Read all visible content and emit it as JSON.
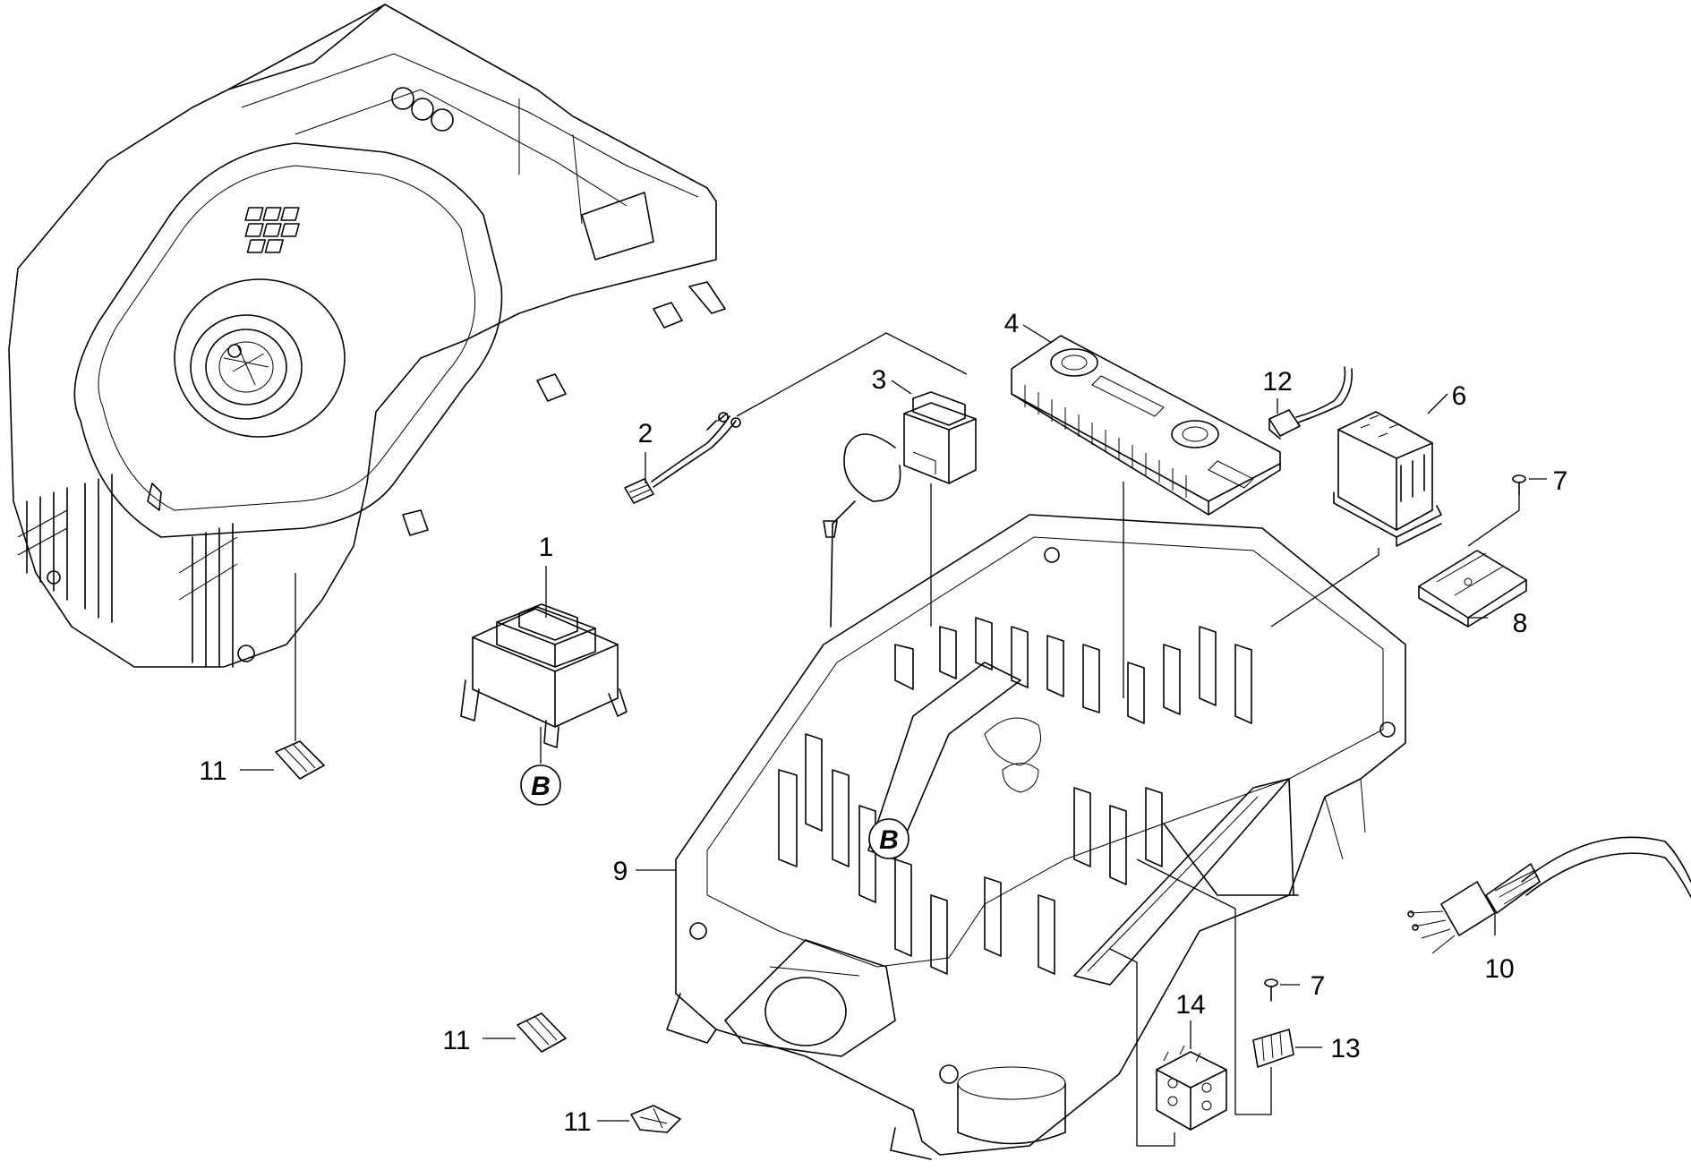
{
  "callouts": {
    "c1": "1",
    "c2": "2",
    "c3": "3",
    "c4": "4",
    "c6": "6",
    "c7a": "7",
    "c7b": "7",
    "c8": "8",
    "c9": "9",
    "c10": "10",
    "c11a": "11",
    "c11b": "11",
    "c11c": "11",
    "c12": "12",
    "c13": "13",
    "c14": "14"
  },
  "references": {
    "b1": "B",
    "b2": "B"
  }
}
